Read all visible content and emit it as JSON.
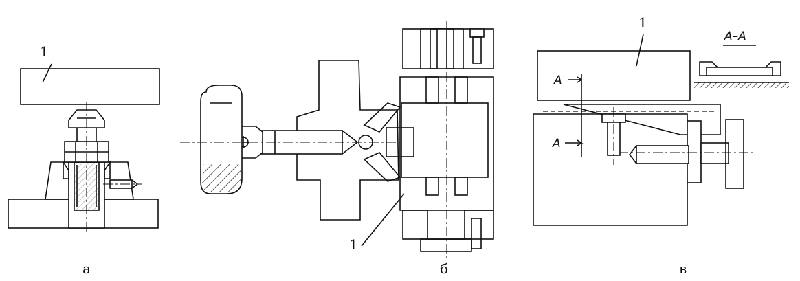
{
  "figures": [
    {
      "key": "a",
      "caption": "а",
      "part_label": "1"
    },
    {
      "key": "b",
      "caption": "б",
      "part_label": "1"
    },
    {
      "key": "v",
      "caption": "в",
      "part_label": "1",
      "section_marker": "A",
      "section_title": "A–A"
    }
  ]
}
